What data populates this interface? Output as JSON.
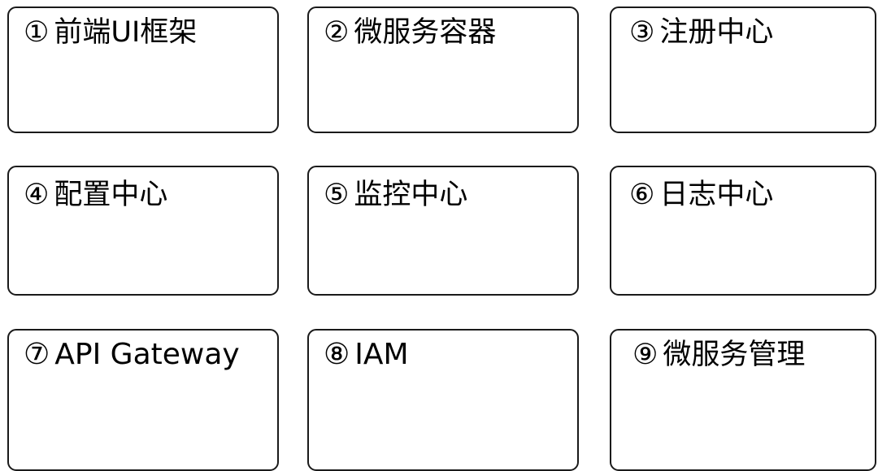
{
  "diagram": {
    "type": "grid-of-boxes",
    "background_color": "#ffffff",
    "box_border_color": "#1a1a1a",
    "text_color": "#000000",
    "columns": 3,
    "rows": 3,
    "cards": [
      {
        "marker": "①",
        "label": "前端UI框架"
      },
      {
        "marker": "②",
        "label": "微服务容器"
      },
      {
        "marker": "③",
        "label": "注册中心"
      },
      {
        "marker": "④",
        "label": "配置中心"
      },
      {
        "marker": "⑤",
        "label": "监控中心"
      },
      {
        "marker": "⑥",
        "label": "日志中心"
      },
      {
        "marker": "⑦",
        "label": "API Gateway"
      },
      {
        "marker": "⑧",
        "label": "IAM"
      },
      {
        "marker": "⑨",
        "label": "微服务管理"
      }
    ]
  }
}
